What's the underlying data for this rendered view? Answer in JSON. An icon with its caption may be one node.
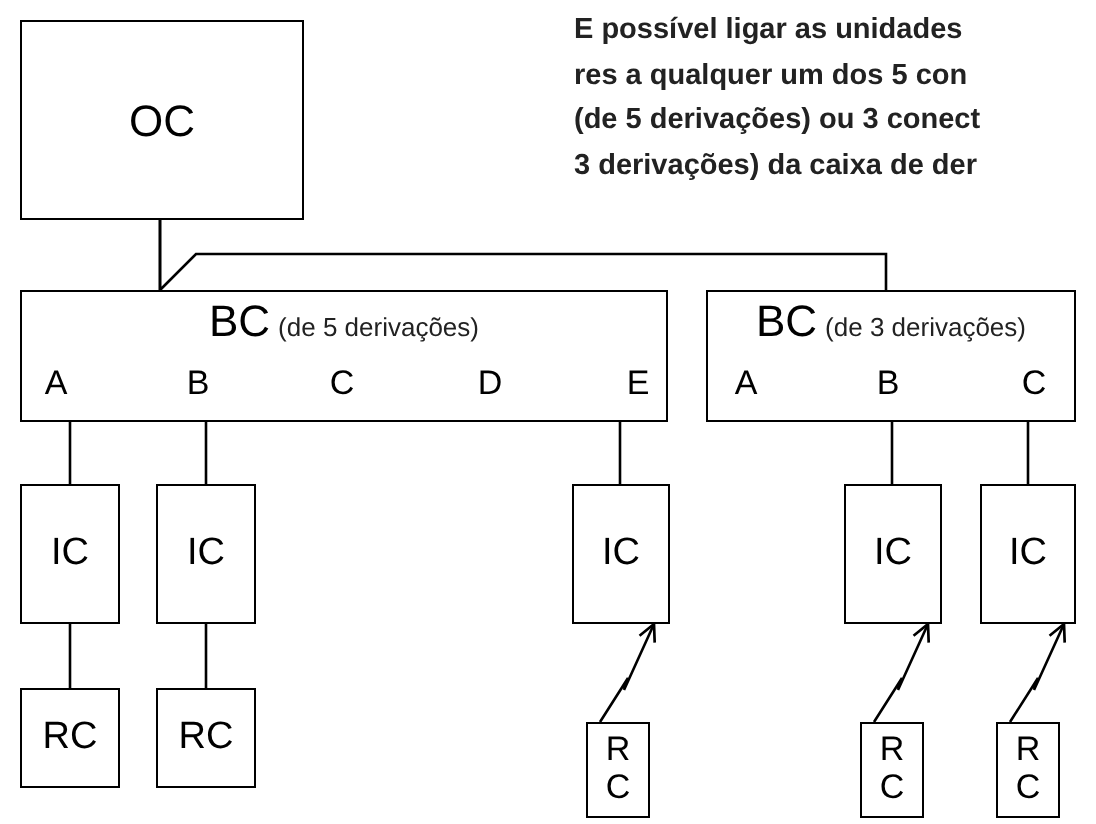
{
  "diagram": {
    "nodes": [
      {
        "text": [
          "OC"
        ]
      },
      {
        "text": [
          "BC",
          "(de 5 derivações)",
          "A",
          "B",
          "C",
          "D",
          "E"
        ]
      },
      {
        "text": [
          "BC",
          "(de 3 derivações)",
          "A",
          "B",
          "C"
        ]
      },
      {
        "text": [
          "IC"
        ]
      },
      {
        "text": [
          "IC"
        ]
      },
      {
        "text": [
          "IC"
        ]
      },
      {
        "text": [
          "IC"
        ]
      },
      {
        "text": [
          "IC"
        ]
      },
      {
        "text": [
          "RC"
        ]
      },
      {
        "text": [
          "RC"
        ]
      },
      {
        "text": [
          "R C"
        ]
      },
      {
        "text": [
          "R C"
        ]
      },
      {
        "text": [
          "R C"
        ]
      }
    ],
    "edges": [
      {
        "from": 0,
        "to": 1,
        "arrow": "none"
      },
      {
        "from": 0,
        "to": 2,
        "arrow": "none"
      },
      {
        "from": 1,
        "to": 3,
        "arrow": "none"
      },
      {
        "from": 1,
        "to": 4,
        "arrow": "none"
      },
      {
        "from": 1,
        "to": 5,
        "arrow": "none"
      },
      {
        "from": 2,
        "to": 6,
        "arrow": "none"
      },
      {
        "from": 2,
        "to": 7,
        "arrow": "none"
      },
      {
        "from": 3,
        "to": 8,
        "arrow": "none"
      },
      {
        "from": 4,
        "to": 9,
        "arrow": "none"
      },
      {
        "from": 10,
        "to": 5,
        "arrow": "to"
      },
      {
        "from": 11,
        "to": 6,
        "arrow": "to"
      },
      {
        "from": 12,
        "to": 7,
        "arrow": "to"
      }
    ],
    "labels": [
      "E possível ligar as unidades",
      "res a qualquer um dos 5 con",
      "(de 5 derivações) ou 3 conect",
      "3 derivações) da caixa de der"
    ]
  }
}
